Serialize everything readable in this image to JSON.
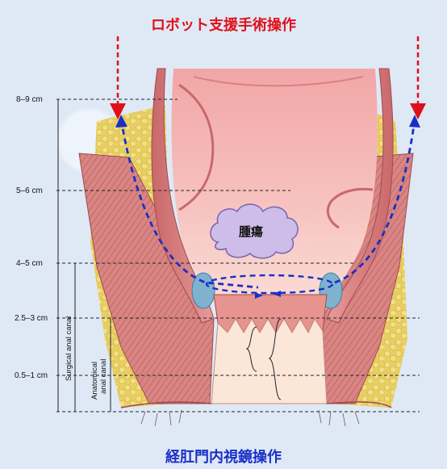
{
  "titles": {
    "top": "ロボット支援手術操作",
    "bottom": "経肛門内視鏡操作"
  },
  "tumor_label": "腫瘍",
  "measurements": [
    {
      "id": "m1",
      "label": "8–9 cm"
    },
    {
      "id": "m2",
      "label": "5–6 cm"
    },
    {
      "id": "m3",
      "label": "4–5 cm"
    },
    {
      "id": "m4",
      "label": "2.5–3 cm"
    },
    {
      "id": "m5",
      "label": "0.5–1 cm"
    }
  ],
  "canal_labels": {
    "surgical": "Surgical anal canal",
    "anatomical_line1": "Anatomical",
    "anatomical_line2": "anal canal"
  },
  "colors": {
    "robot_arrow": "#e0101a",
    "endoscope_arrow": "#1a2fc6",
    "tumor_fill": "#cdbde8"
  }
}
